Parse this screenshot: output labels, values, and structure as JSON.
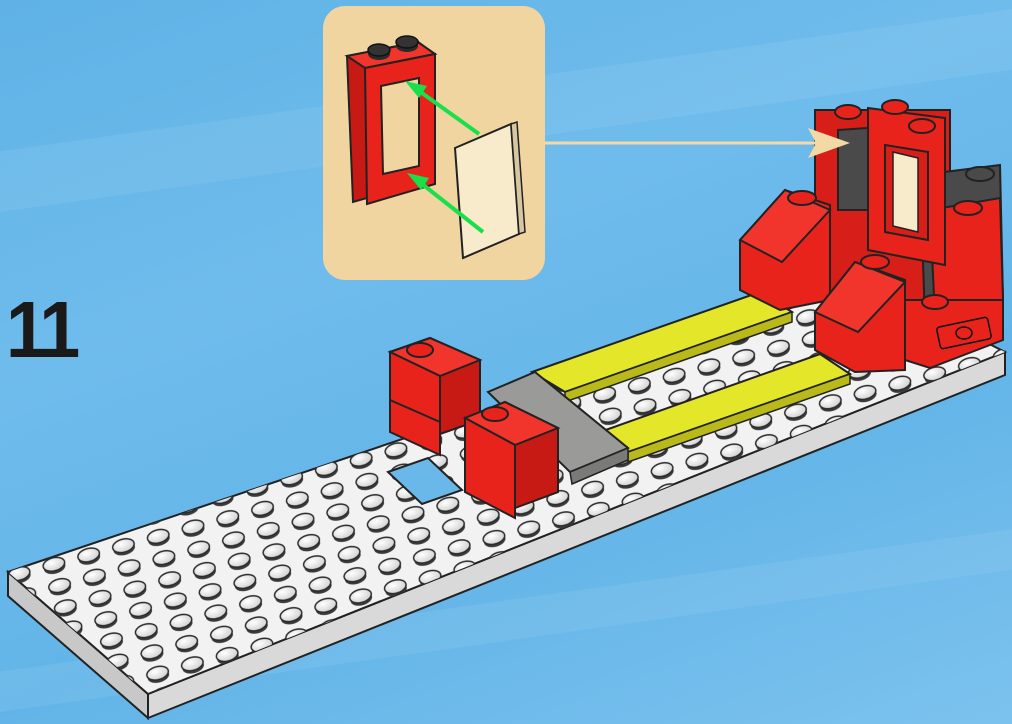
{
  "step": {
    "number": "11"
  },
  "colors": {
    "background": "#6ab8ea",
    "callout": "#f0d5a0",
    "brick_red": "#e8231c",
    "plate_white": "#f2f2f2",
    "tile_yellow": "#e4e62a",
    "tile_gray": "#9a9a98",
    "glass": "#f7ebcc",
    "arrow_green": "#19e04a",
    "pointer": "#f3d9a6"
  },
  "callout": {
    "parts": [
      "window-frame-1x2x3",
      "window-glass-pane"
    ]
  },
  "icons": [
    "green-arrow-icon",
    "pointer-arrow-icon"
  ]
}
